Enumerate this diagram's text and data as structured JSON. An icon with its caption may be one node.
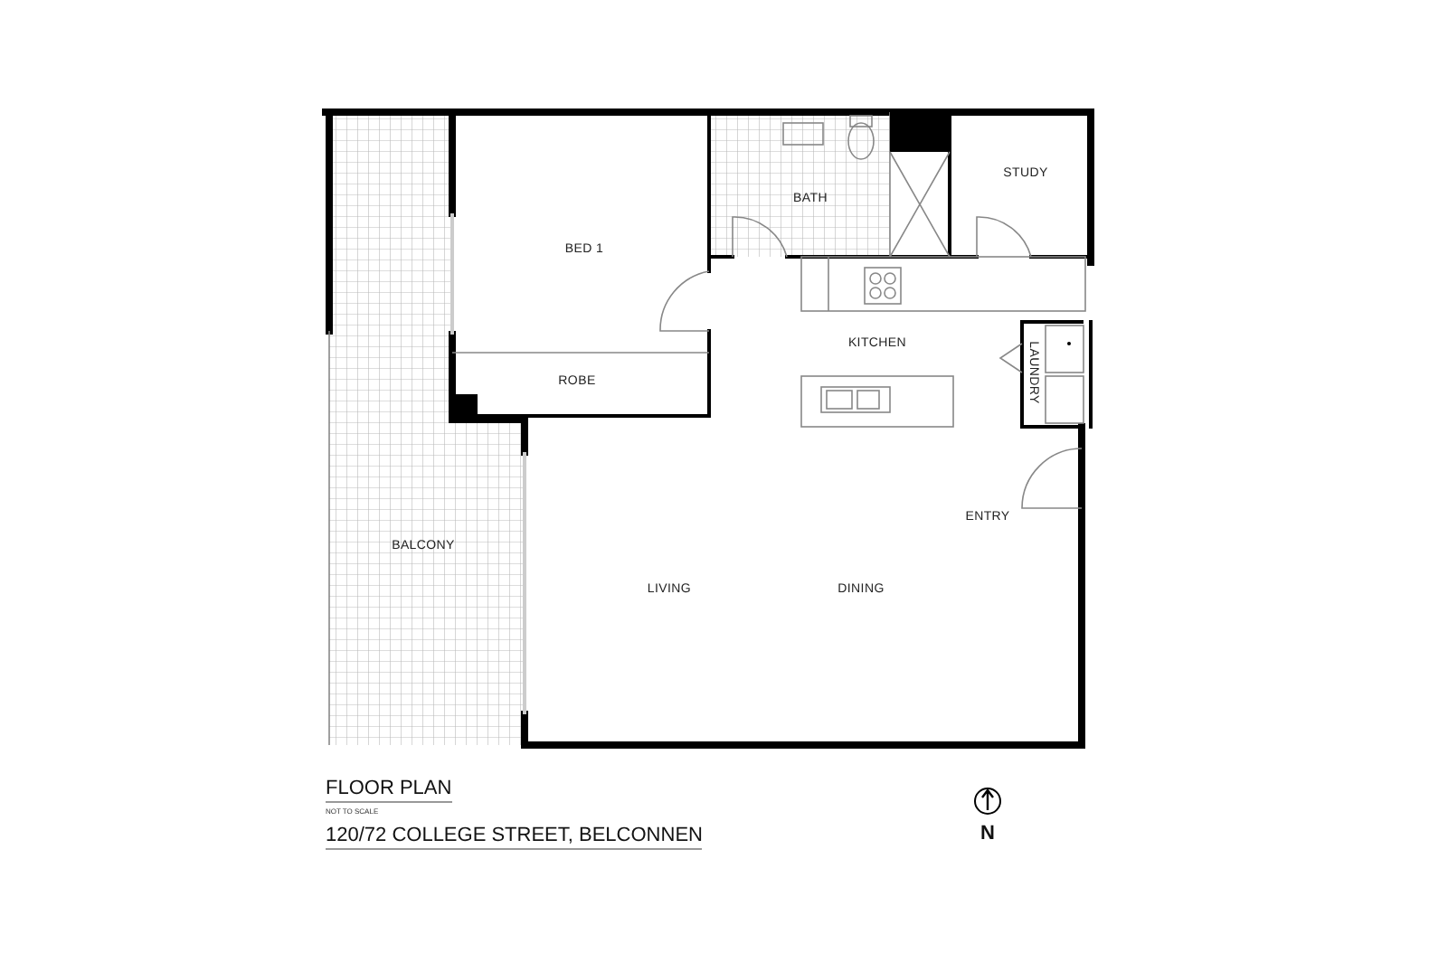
{
  "diagram": {
    "title": "FLOOR PLAN",
    "labels": [
      "BED 1",
      "BATH",
      "STUDY",
      "KITCHEN",
      "LAUNDRY",
      "ROBE",
      "ENTRY",
      "BALCONY",
      "LIVING",
      "DINING",
      "NOT TO SCALE",
      "120/72 COLLEGE STREET, BELCONNEN",
      "N"
    ]
  }
}
